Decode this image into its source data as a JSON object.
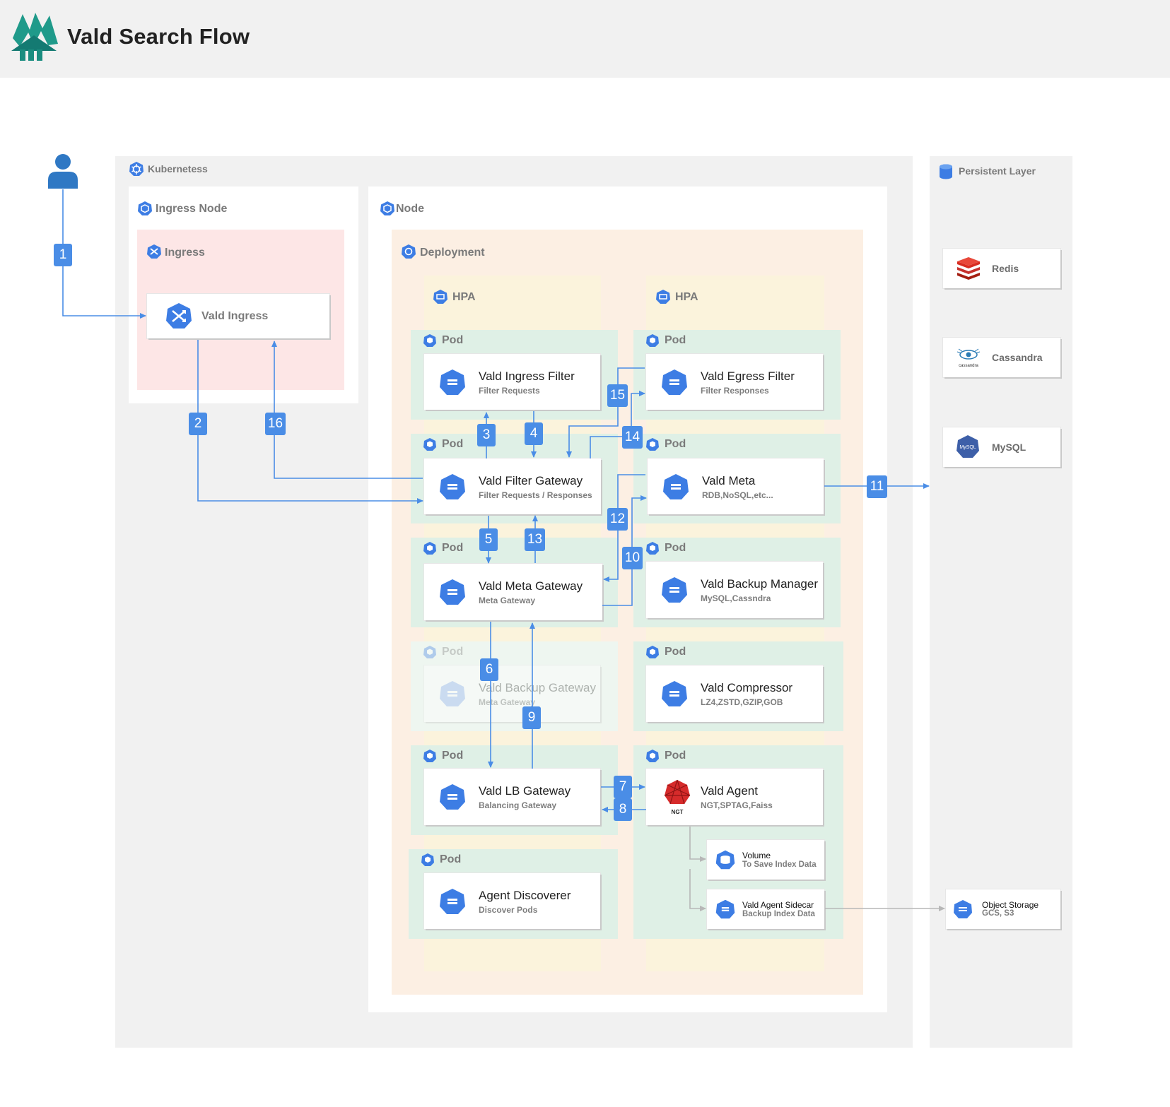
{
  "title": "Vald Search Flow",
  "colors": {
    "line": "#4a8de6",
    "gray_line": "#b7b7b7",
    "badge": "#4a8de6",
    "icon_blue": "#3d7de4"
  },
  "regions": {
    "kubernetes": "Kubernetess",
    "ingress_node": "Ingress Node",
    "ingress": "Ingress",
    "node": "Node",
    "deployment": "Deployment",
    "hpa_left": "HPA",
    "hpa_right": "HPA",
    "persistent_layer": "Persistent Layer",
    "pod_label": "Pod"
  },
  "components": {
    "vald_ingress": {
      "title": "Vald Ingress",
      "icon_text": "ing"
    },
    "ingress_filter": {
      "title": "Vald Ingress Filter",
      "sub": "Filter Requests"
    },
    "egress_filter": {
      "title": "Vald Egress Filter",
      "sub": "Filter Responses"
    },
    "filter_gateway": {
      "title": "Vald Filter Gateway",
      "sub": "Filter Requests / Responses"
    },
    "meta": {
      "title": "Vald Meta",
      "sub": "RDB,NoSQL,etc..."
    },
    "meta_gateway": {
      "title": "Vald Meta Gateway",
      "sub": "Meta Gateway"
    },
    "backup_manager": {
      "title": "Vald Backup Manager",
      "sub": "MySQL,Cassndra"
    },
    "backup_gateway": {
      "title": "Vald Backup Gateway",
      "sub": "Meta Gateway"
    },
    "compressor": {
      "title": "Vald Compressor",
      "sub": "LZ4,ZSTD,GZIP,GOB"
    },
    "lb_gateway": {
      "title": "Vald LB Gateway",
      "sub": "Balancing Gateway"
    },
    "agent": {
      "title": "Vald Agent",
      "sub": "NGT,SPTAG,Faiss",
      "icon_text": "NGT"
    },
    "discoverer": {
      "title": "Agent Discoverer",
      "sub": "Discover Pods"
    },
    "volume": {
      "title": "Volume",
      "sub": "To Save Index Data"
    },
    "sidecar": {
      "title": "Vald Agent Sidecar",
      "sub": "Backup Index Data"
    },
    "redis": {
      "title": "Redis"
    },
    "cassandra": {
      "title": "Cassandra",
      "icon_text": "cassandra"
    },
    "mysql": {
      "title": "MySQL",
      "icon_text": "MySQL"
    },
    "object_storage": {
      "title": "Object Storage",
      "sub": "GCS, S3"
    }
  },
  "steps": [
    "1",
    "2",
    "3",
    "4",
    "5",
    "6",
    "7",
    "8",
    "9",
    "10",
    "11",
    "12",
    "13",
    "14",
    "15",
    "16"
  ]
}
